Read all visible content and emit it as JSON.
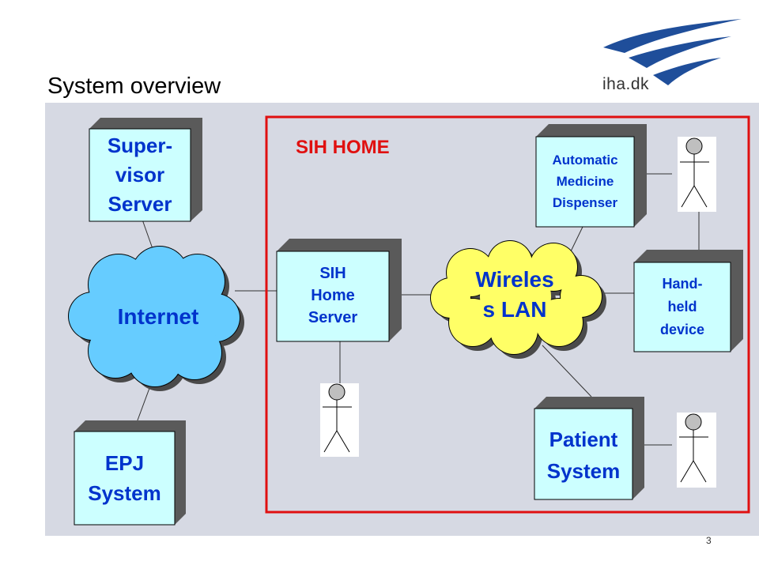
{
  "title": "System overview",
  "logo": {
    "text": "iha.dk"
  },
  "page_number": "3",
  "boundary": {
    "label": "SIH HOME"
  },
  "nodes": {
    "supervisor_server": {
      "lines": [
        "Super-",
        "visor",
        "Server"
      ]
    },
    "epj_system": {
      "lines": [
        "EPJ",
        "System"
      ]
    },
    "sih_home_server": {
      "lines": [
        "SIH",
        "Home",
        "Server"
      ]
    },
    "medicine_dispenser": {
      "lines": [
        "Automatic",
        "Medicine",
        "Dispenser"
      ]
    },
    "handheld_device": {
      "lines": [
        "Hand-",
        "held",
        "device"
      ]
    },
    "patient_system": {
      "lines": [
        "Patient",
        "System"
      ]
    }
  },
  "clouds": {
    "internet": {
      "label": "Internet"
    },
    "wireless_lan": {
      "lines": [
        "Wireles",
        "s LAN"
      ]
    }
  },
  "actors": [
    "actor-top-right",
    "actor-home-server",
    "actor-patient"
  ],
  "colors": {
    "panel": "#d6d9e3",
    "boundary": "#e01010",
    "node_fill": "#ccffff",
    "node_shadow": "#5a5a5a",
    "node_text": "#0033cc",
    "internet_fill": "#66ccff",
    "wireless_fill": "#ffff66",
    "logo_blue": "#1f4e9a"
  }
}
